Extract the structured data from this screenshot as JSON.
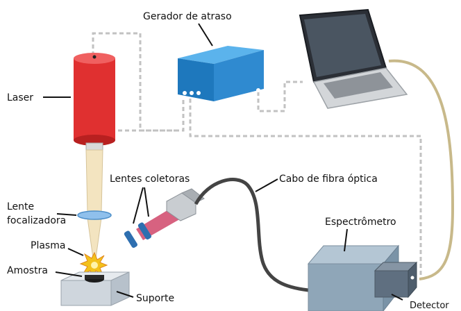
{
  "labels": {
    "delay_generator": "Gerador de atraso",
    "laser": "Laser",
    "collecting_lenses": "Lentes coletoras",
    "fiber_cable": "Cabo de fibra óptica",
    "focusing_lens_line1": "Lente",
    "focusing_lens_line2": "focalizadora",
    "plasma": "Plasma",
    "sample": "Amostra",
    "spectrometer": "Espectrômetro",
    "support": "Suporte",
    "detector": "Detector"
  },
  "colors": {
    "laser_body": "#e03030",
    "delay_box": "#1f7fc4",
    "spectrometer": "#8fa6b8",
    "detector": "#5f6f80",
    "beam": "#f3e4c0",
    "lens": "#8fc0ec",
    "collect_beam": "#d0466a",
    "cable": "#444444",
    "dotted_wire": "#bdbdbd",
    "fiber_right": "#c8b98a"
  }
}
